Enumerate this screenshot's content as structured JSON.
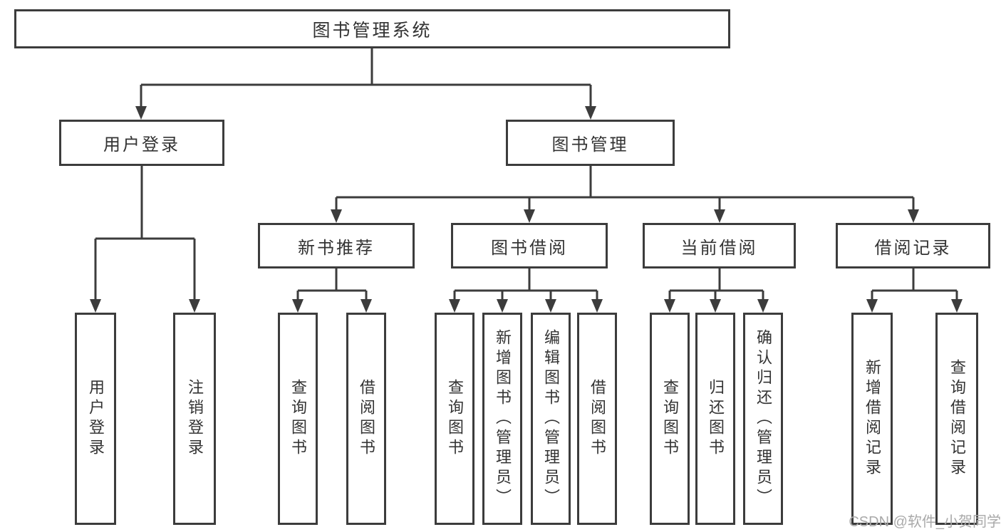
{
  "colors": {
    "line": "#3c3c3c",
    "box_border": "#3c3c3c",
    "text": "#333333",
    "watermark": "#a9a9a9",
    "background": "#ffffff"
  },
  "tree": {
    "root": {
      "label": "图书管理系统"
    },
    "user_login": {
      "label": "用户登录",
      "children": {
        "login": {
          "label": "用户登录"
        },
        "logout": {
          "label": "注销登录"
        }
      }
    },
    "book_mgmt": {
      "label": "图书管理",
      "children": {
        "new_book_rec": {
          "label": "新书推荐",
          "children": {
            "query_books": {
              "label": "查询图书"
            },
            "borrow_books": {
              "label": "借阅图书"
            }
          }
        },
        "book_borrow": {
          "label": "图书借阅",
          "children": {
            "query_books": {
              "label": "查询图书"
            },
            "add_books": {
              "label": "新增图书（管理员）"
            },
            "edit_books": {
              "label": "编辑图书（管理员）"
            },
            "borrow_books": {
              "label": "借阅图书"
            }
          }
        },
        "current_borrow": {
          "label": "当前借阅",
          "children": {
            "query_books": {
              "label": "查询图书"
            },
            "return_books": {
              "label": "归还图书"
            },
            "confirm_return": {
              "label": "确认归还（管理员）"
            }
          }
        },
        "borrow_records": {
          "label": "借阅记录",
          "children": {
            "add_record": {
              "label": "新增借阅记录"
            },
            "query_record": {
              "label": "查询借阅记录"
            }
          }
        }
      }
    }
  },
  "watermark": {
    "text": "CSDN @软件_小贺同学"
  }
}
